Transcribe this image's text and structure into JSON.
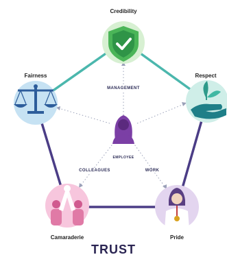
{
  "diagram": {
    "title": "TRUST",
    "center": {
      "label": "EMPLOYEE"
    },
    "nodes": [
      {
        "id": "credibility",
        "label": "Credibility",
        "icon": "shield-check-icon"
      },
      {
        "id": "respect",
        "label": "Respect",
        "icon": "hand-plant-icon"
      },
      {
        "id": "pride",
        "label": "Pride",
        "icon": "medal-person-icon"
      },
      {
        "id": "camaraderie",
        "label": "Camaraderie",
        "icon": "high-five-icon"
      },
      {
        "id": "fairness",
        "label": "Fairness",
        "icon": "scales-icon"
      }
    ],
    "connections": [
      {
        "from": "employee",
        "to": "credibility",
        "label": "MANAGEMENT"
      },
      {
        "from": "employee",
        "to": "camaraderie",
        "label": "COLLEAGUES"
      },
      {
        "from": "employee",
        "to": "pride",
        "label": "WORK"
      }
    ],
    "colors": {
      "teal": "#4bb7ad",
      "navy": "#4b3d86",
      "purple": "#7b3fa5",
      "shield_green": "#4bb558",
      "fairness_bg": "#c6e2f3",
      "respect_bg": "#cfeee8",
      "camaraderie_bg": "#f7c6dd",
      "pride_bg": "#e3d5ef",
      "credibility_bg": "#d7f0d2"
    }
  }
}
